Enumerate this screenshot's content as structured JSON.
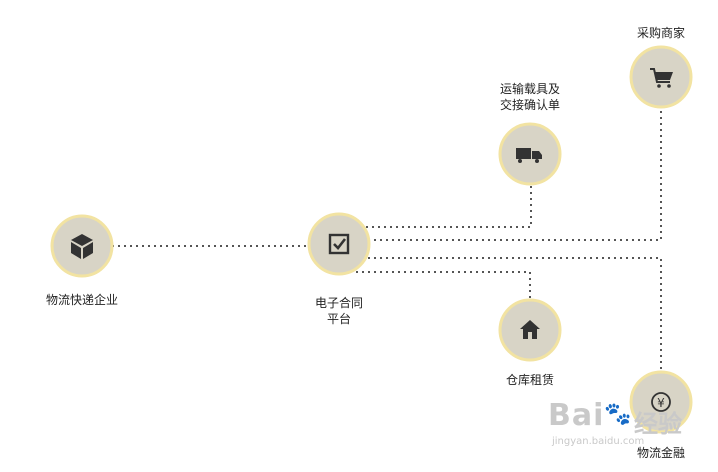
{
  "colors": {
    "node_fill": "#d8d4c6",
    "node_ring": "#f2e3a2",
    "icon": "#333333",
    "line": "#555555",
    "label": "#222222"
  },
  "nodes": {
    "logistics_company": {
      "icon": "cube-icon",
      "label": "物流快递企业"
    },
    "econtract_platform": {
      "icon": "checkbox-icon",
      "label_lines": [
        "电子合同",
        "平台"
      ]
    },
    "purchasing_merchant": {
      "icon": "shopping-cart-icon",
      "label": "采购商家"
    },
    "transport_vehicle": {
      "icon": "truck-icon",
      "label_lines": [
        "运输载具及",
        "交接确认单"
      ]
    },
    "warehouse_lease": {
      "icon": "house-icon",
      "label": "仓库租赁"
    },
    "logistics_finance": {
      "icon": "yen-coin-icon",
      "label": "物流金融"
    }
  },
  "watermark": {
    "brand": "Bai",
    "paw": "🐾",
    "product": "经验",
    "url": "jingyan.baidu.com"
  }
}
